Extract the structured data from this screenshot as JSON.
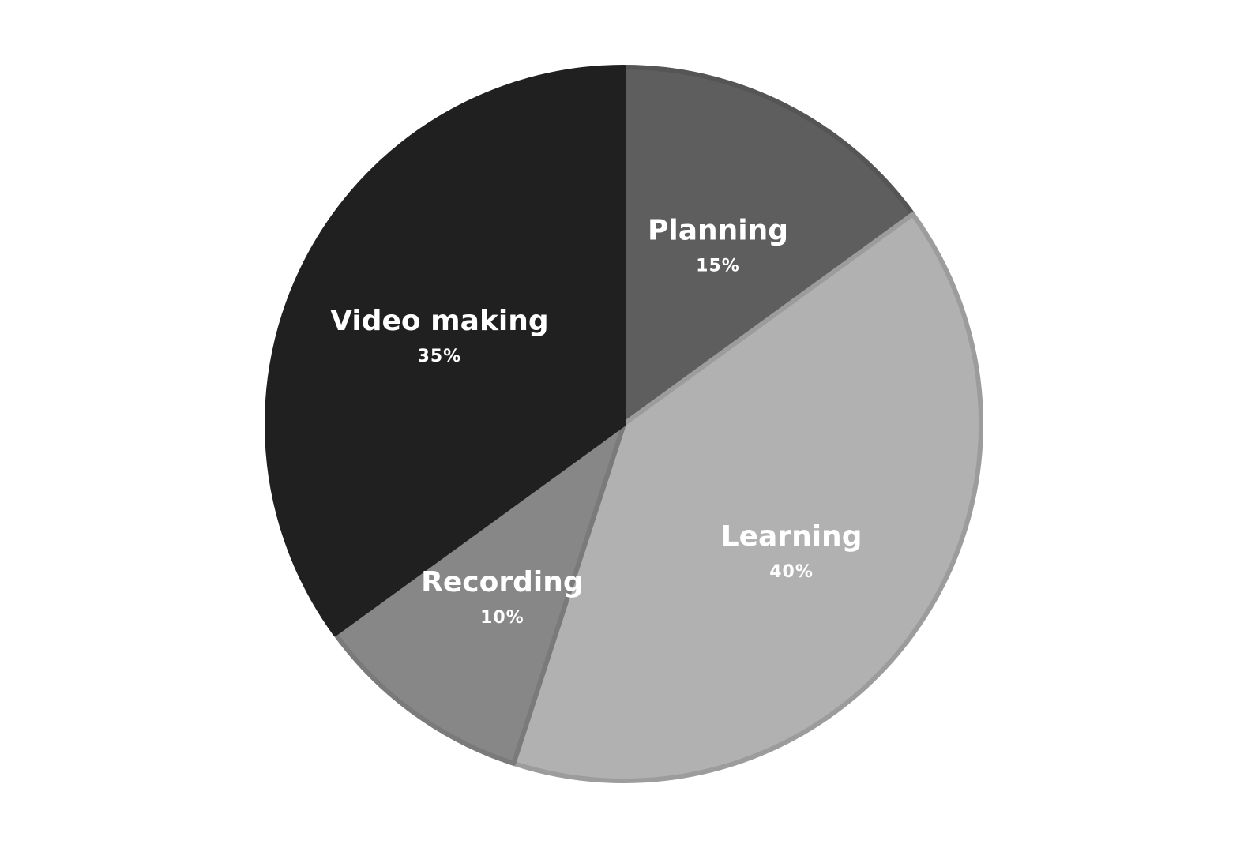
{
  "chart_data": {
    "type": "pie",
    "title": "",
    "start_angle_deg": 0,
    "direction": "clockwise",
    "slices": [
      {
        "label": "Planning",
        "value": 15,
        "display": "15%",
        "color": "#5e5e5e",
        "stroke": "#555555"
      },
      {
        "label": "Learning",
        "value": 40,
        "display": "40%",
        "color": "#b1b1b1",
        "stroke": "#9c9c9c"
      },
      {
        "label": "Recording",
        "value": 10,
        "display": "10%",
        "color": "#878787",
        "stroke": "#7a7a7a"
      },
      {
        "label": "Video making",
        "value": 35,
        "display": "35%",
        "color": "#202020",
        "stroke": "#202020"
      }
    ],
    "legend": "none",
    "labels": "inside"
  }
}
